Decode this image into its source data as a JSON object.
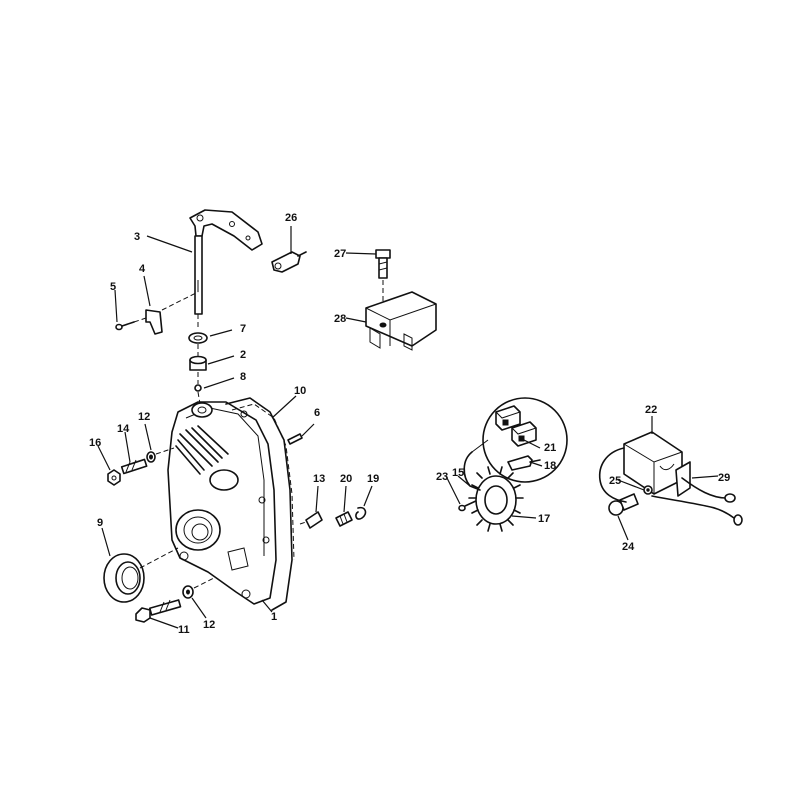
{
  "callouts": [
    {
      "id": "c3",
      "text": "3"
    },
    {
      "id": "c26",
      "text": "26"
    },
    {
      "id": "c4",
      "text": "4"
    },
    {
      "id": "c5",
      "text": "5"
    },
    {
      "id": "c27",
      "text": "27"
    },
    {
      "id": "c28",
      "text": "28"
    },
    {
      "id": "c7",
      "text": "7"
    },
    {
      "id": "c2",
      "text": "2"
    },
    {
      "id": "c8",
      "text": "8"
    },
    {
      "id": "c10",
      "text": "10"
    },
    {
      "id": "c6",
      "text": "6"
    },
    {
      "id": "c12a",
      "text": "12"
    },
    {
      "id": "c14",
      "text": "14"
    },
    {
      "id": "c16",
      "text": "16"
    },
    {
      "id": "c13",
      "text": "13"
    },
    {
      "id": "c20",
      "text": "20"
    },
    {
      "id": "c19",
      "text": "19"
    },
    {
      "id": "c9",
      "text": "9"
    },
    {
      "id": "c1",
      "text": "1"
    },
    {
      "id": "c12b",
      "text": "12"
    },
    {
      "id": "c11",
      "text": "11"
    },
    {
      "id": "c22",
      "text": "22"
    },
    {
      "id": "c21",
      "text": "21"
    },
    {
      "id": "c18",
      "text": "18"
    },
    {
      "id": "c23",
      "text": "23"
    },
    {
      "id": "c15",
      "text": "15"
    },
    {
      "id": "c17",
      "text": "17"
    },
    {
      "id": "c25",
      "text": "25"
    },
    {
      "id": "c29",
      "text": "29"
    },
    {
      "id": "c24",
      "text": "24"
    }
  ]
}
